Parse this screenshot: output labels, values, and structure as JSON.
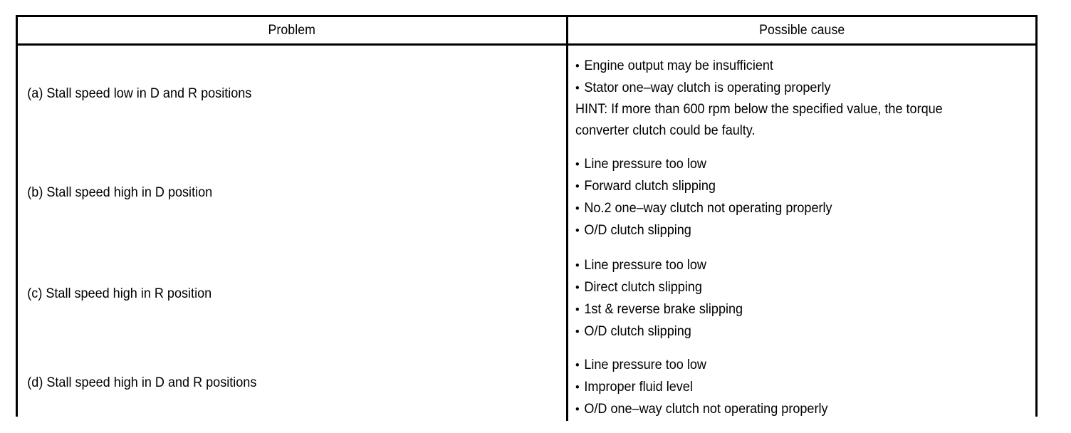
{
  "document": {
    "type": "troubleshooting-table",
    "bullet_glyph": "•"
  },
  "table": {
    "headers": {
      "problem": "Problem",
      "cause": "Possible cause"
    },
    "rows": [
      {
        "id": "a",
        "problem": "(a) Stall speed low in D and R positions",
        "causes": [
          {
            "bullet": true,
            "text": "Engine output may be insufficient"
          },
          {
            "bullet": true,
            "text": "Stator one–way clutch is operating properly"
          },
          {
            "bullet": false,
            "text": "HINT: If more than 600 rpm below the specified value, the torque"
          },
          {
            "bullet": false,
            "text": "converter clutch could be faulty."
          }
        ]
      },
      {
        "id": "b",
        "problem": "(b) Stall speed high in D position",
        "causes": [
          {
            "bullet": true,
            "text": "Line pressure too low"
          },
          {
            "bullet": true,
            "text": "Forward clutch slipping"
          },
          {
            "bullet": true,
            "text": "No.2 one–way clutch not operating properly"
          },
          {
            "bullet": true,
            "text": "O/D clutch slipping"
          }
        ]
      },
      {
        "id": "c",
        "problem": "(c) Stall speed high in R position",
        "causes": [
          {
            "bullet": true,
            "text": "Line pressure too low"
          },
          {
            "bullet": true,
            "text": "Direct clutch slipping"
          },
          {
            "bullet": true,
            "text": "1st & reverse brake slipping"
          },
          {
            "bullet": true,
            "text": "O/D clutch slipping"
          }
        ]
      },
      {
        "id": "d",
        "problem": "(d) Stall speed high in D and R positions",
        "causes": [
          {
            "bullet": true,
            "text": "Line pressure too low"
          },
          {
            "bullet": true,
            "text": "Improper fluid level"
          },
          {
            "bullet": true,
            "text": "O/D one–way clutch not operating properly"
          }
        ]
      }
    ]
  }
}
